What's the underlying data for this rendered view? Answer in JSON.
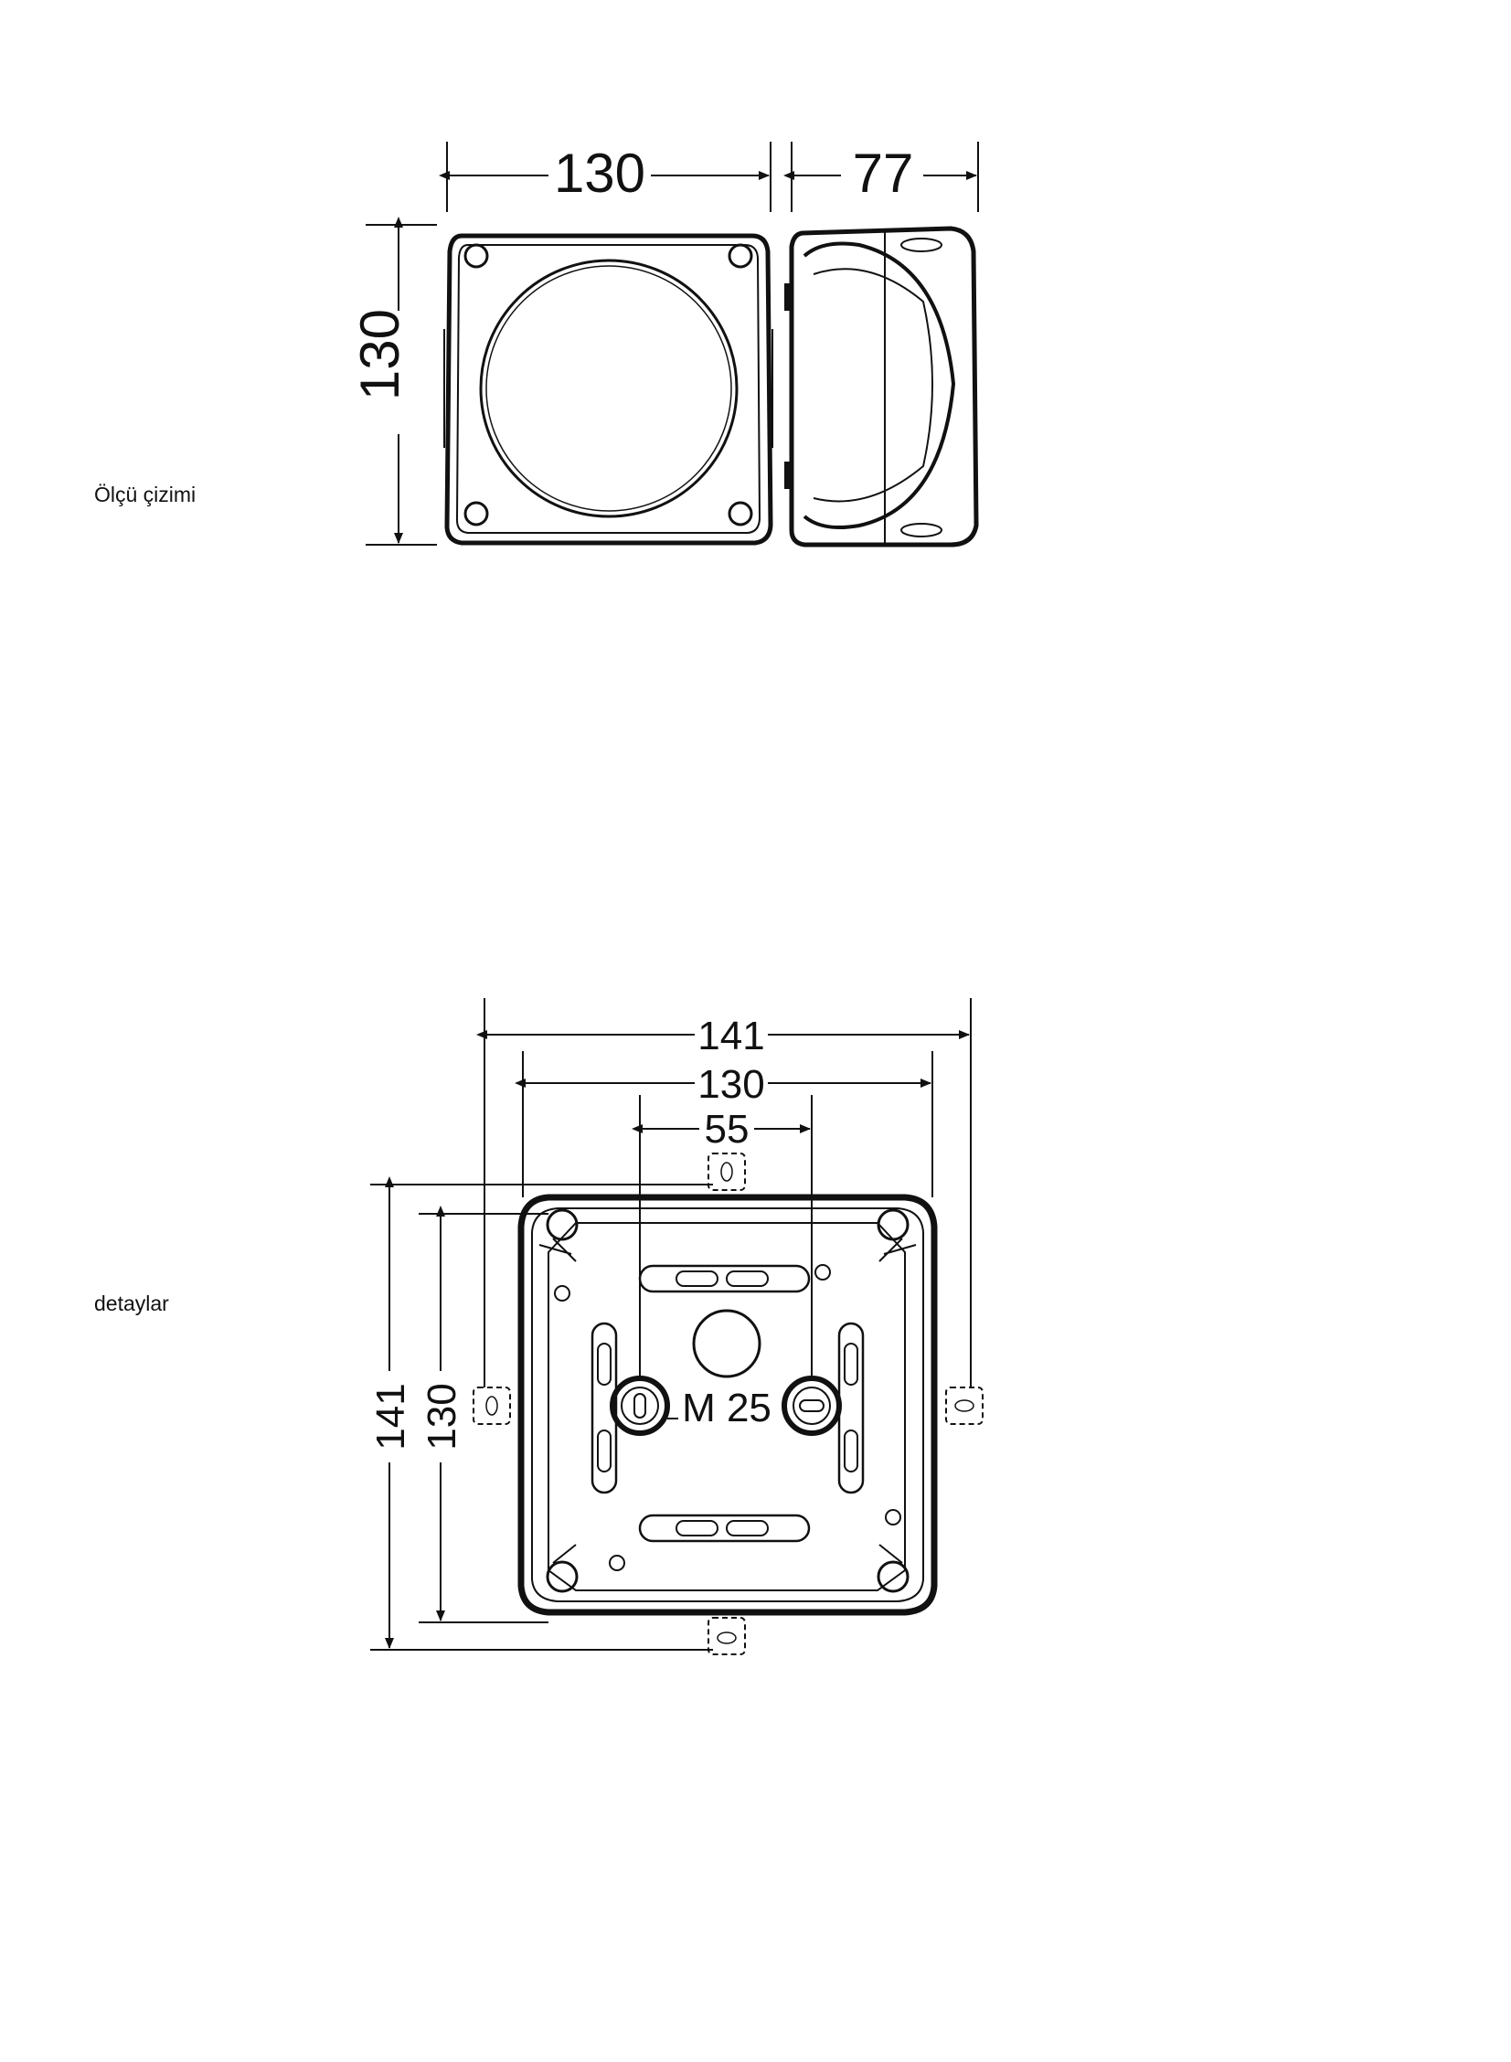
{
  "sections": {
    "dimension_drawing": "Ölçü çizimi",
    "details": "detaylar"
  },
  "drawing1": {
    "width": "130",
    "depth": "77",
    "height": "130"
  },
  "drawing2": {
    "outer_width": "141",
    "inner_width": "130",
    "hole_spacing": "55",
    "outer_height": "141",
    "inner_height": "130",
    "thread": "M 25"
  }
}
